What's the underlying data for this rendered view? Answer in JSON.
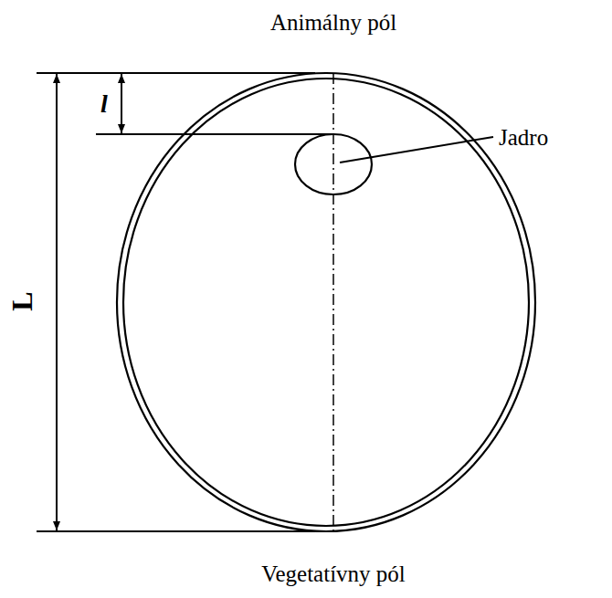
{
  "diagram": {
    "labels": [
      "Animálny pól",
      "Jadro",
      "L",
      "l",
      "Vegetatívny pól"
    ]
  }
}
